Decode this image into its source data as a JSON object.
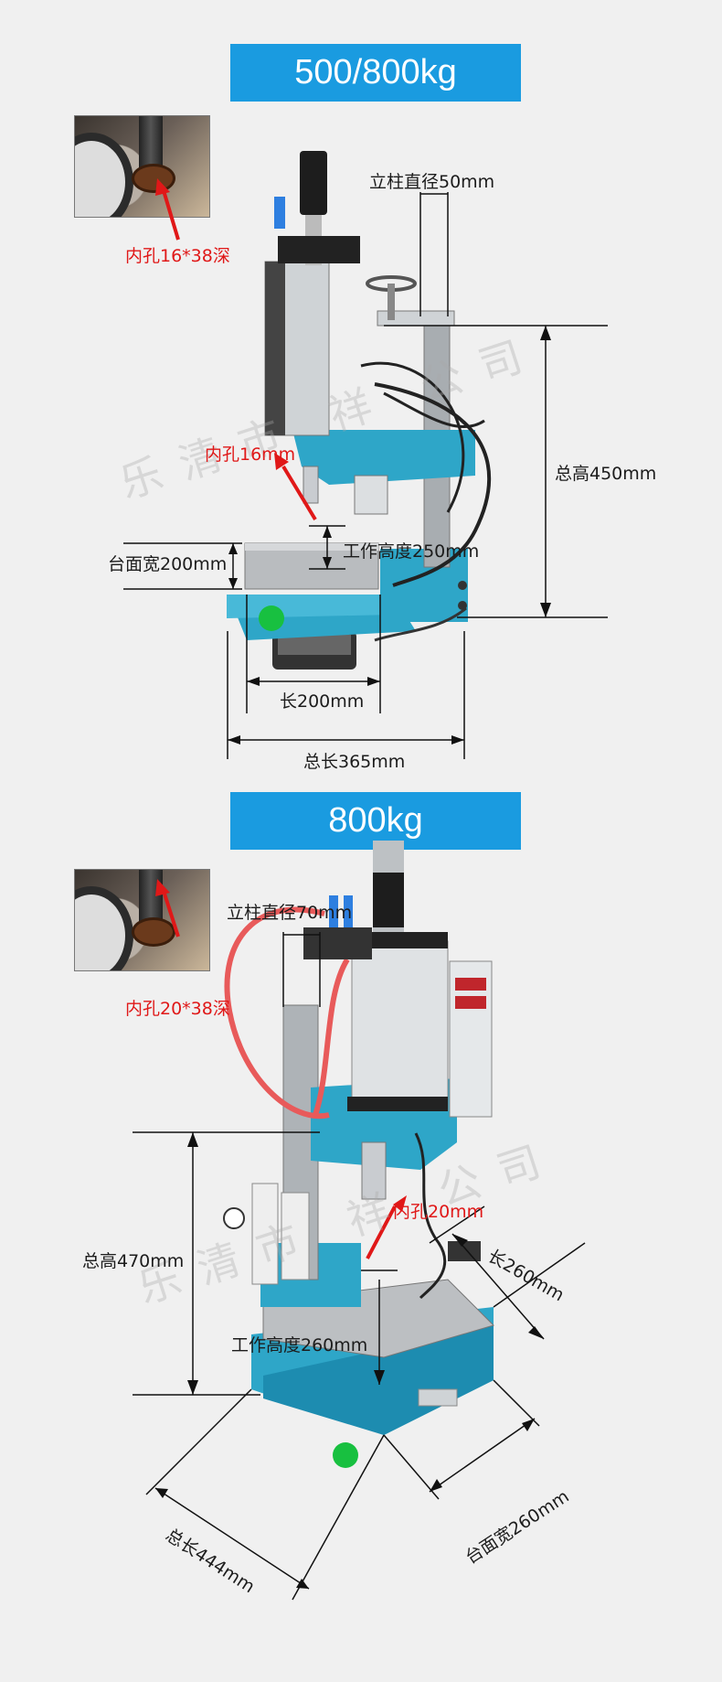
{
  "section1": {
    "banner": "500/800kg",
    "inner_hole_detail": "内孔16*38深",
    "column_diameter": "立柱直径50mm",
    "inner_hole": "内孔16mm",
    "total_height": "总高450mm",
    "table_width": "台面宽200mm",
    "working_height": "工作高度250mm",
    "length": "长200mm",
    "total_length": "总长365mm",
    "watermark": "乐清市 祥 公司"
  },
  "section2": {
    "banner": "800kg",
    "inner_hole_detail": "内孔20*38深",
    "column_diameter": "立柱直径70mm",
    "inner_hole": "内孔20mm",
    "total_height": "总高470mm",
    "length": "长260mm",
    "working_height": "工作高度260mm",
    "total_length": "总长444mm",
    "table_width": "台面宽260mm",
    "watermark": "乐清市 祥 公司"
  },
  "colors": {
    "banner": "#1a9be0",
    "machine_body": "#2ea6c8",
    "annotation_red": "#e01818"
  }
}
